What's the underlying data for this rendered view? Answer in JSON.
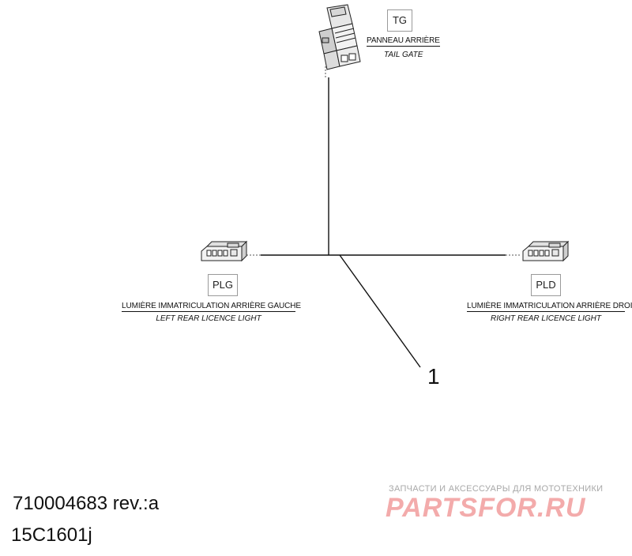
{
  "connectors": {
    "tg": {
      "code": "TG",
      "name_fr": "PANNEAU ARRIÈRE",
      "name_en": "TAIL GATE"
    },
    "plg": {
      "code": "PLG",
      "name_fr": "LUMIÈRE IMMATRICULATION ARRIÈRE GAUCHE",
      "name_en": "LEFT REAR LICENCE LIGHT"
    },
    "pld": {
      "code": "PLD",
      "name_fr": "LUMIÈRE IMMATRICULATION ARRIÈRE DROIT",
      "name_en": "RIGHT REAR LICENCE LIGHT"
    }
  },
  "callout": "1",
  "document": {
    "part_number": "710004683 rev.:a",
    "drawing_code": "15C1601j"
  },
  "watermark": {
    "subtitle": "ЗАПЧАСТИ И АКСЕССУАРЫ ДЛЯ МОТОТЕХНИКИ",
    "brand": "PARTSFOR.RU"
  },
  "colors": {
    "line": "#111111",
    "watermark_brand": "#f2a3a3",
    "watermark_text": "#a8a8a8"
  }
}
